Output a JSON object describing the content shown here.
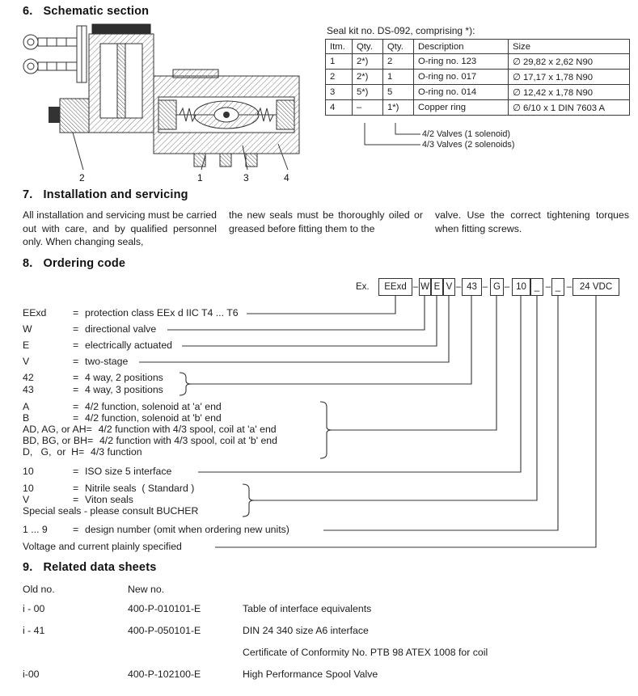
{
  "section6": {
    "heading_num": "6.",
    "heading": "Schematic section",
    "callouts": [
      "2",
      "1",
      "3",
      "4"
    ],
    "seal_kit": {
      "title": "Seal kit no. DS-092, comprising *):",
      "headers": [
        "Itm.",
        "Qty.",
        "Qty.",
        "Description",
        "Size"
      ],
      "rows": [
        [
          "1",
          "2*)",
          "2",
          "O-ring no. 123",
          "∅ 29,82 x 2,62 N90"
        ],
        [
          "2",
          "2*)",
          "1",
          "O-ring no. 017",
          "∅ 17,17 x 1,78 N90"
        ],
        [
          "3",
          "5*)",
          "5",
          "O-ring no. 014",
          "∅ 12,42 x 1,78 N90"
        ],
        [
          "4",
          "–",
          "1*)",
          "Copper ring",
          "∅ 6/10 x 1 DIN 7603 A"
        ]
      ],
      "note_42": "4/2 Valves (1 solenoid)",
      "note_43": "4/3 Valves (2 solenoids)"
    }
  },
  "section7": {
    "heading_num": "7.",
    "heading": "Installation and servicing",
    "col1": "All installation and servicing  must be carried out with care, and by qualified personnel only. When changing seals,",
    "col2": "the new seals must be thoroughly oiled or greased before fitting them to the",
    "col3": "valve. Use the correct tightening torques when fitting screws."
  },
  "section8": {
    "heading_num": "8.",
    "heading": "Ordering code",
    "ex_label": "Ex.",
    "code_parts": [
      "EExd",
      "–",
      "W",
      "E",
      "V",
      "–",
      "43",
      "–",
      "G",
      "–",
      "10",
      "_",
      "–",
      "_",
      "–",
      "24 VDC"
    ],
    "rows": [
      {
        "term": "EExd",
        "eq": "=",
        "text": "protection class EEx d IIC T4 ... T6"
      },
      {
        "term": "W",
        "eq": "=",
        "text": "directional valve"
      },
      {
        "term": "E",
        "eq": "=",
        "text": "electrically actuated"
      },
      {
        "term": "V",
        "eq": "=",
        "text": "two-stage"
      },
      {
        "term": "42",
        "eq": "=",
        "text": "4 way, 2 positions"
      },
      {
        "term": "43",
        "eq": "=",
        "text": "4 way, 3 positions"
      },
      {
        "term": "A",
        "eq": "=",
        "text": "4/2 function, solenoid at 'a' end"
      },
      {
        "term": "B",
        "eq": "=",
        "text": "4/2 function, solenoid at 'b' end"
      },
      {
        "term": "AD, AG, or AH",
        "eq": "=",
        "text": "4/2 function with 4/3 spool, coil at 'a' end"
      },
      {
        "term": "BD, BG, or BH",
        "eq": "=",
        "text": "4/2 function with 4/3 spool, coil at 'b' end"
      },
      {
        "term": "D,   G,  or  H",
        "eq": "=",
        "text": "4/3 function"
      },
      {
        "term": "10",
        "eq": "=",
        "text": "ISO size 5 interface"
      },
      {
        "term": "10",
        "eq": "=",
        "text": "Nitrile seals  ( Standard )"
      },
      {
        "term": "V",
        "eq": "=",
        "text": "Viton seals"
      },
      {
        "term": "",
        "eq": "",
        "text": "Special seals - please consult BUCHER"
      },
      {
        "term": "1 ... 9",
        "eq": "=",
        "text": "design number (omit when ordering new units)"
      },
      {
        "term": "",
        "eq": "",
        "text": "Voltage and current plainly specified"
      }
    ]
  },
  "section9": {
    "heading_num": "9.",
    "heading": "Related data sheets",
    "col_old": "Old no.",
    "col_new": "New no.",
    "rows": [
      {
        "old": "i - 00",
        "new": "400-P-010101-E",
        "desc": "Table of interface equivalents"
      },
      {
        "old": "i - 41",
        "new": "400-P-050101-E",
        "desc": "DIN 24 340 size A6 interface"
      },
      {
        "old": "",
        "new": "",
        "desc": "Certificate of Conformity No. PTB 98 ATEX 1008 for coil"
      },
      {
        "old": "i-00",
        "new": "400-P-102100-E",
        "desc": "High Performance Spool Valve"
      }
    ]
  }
}
